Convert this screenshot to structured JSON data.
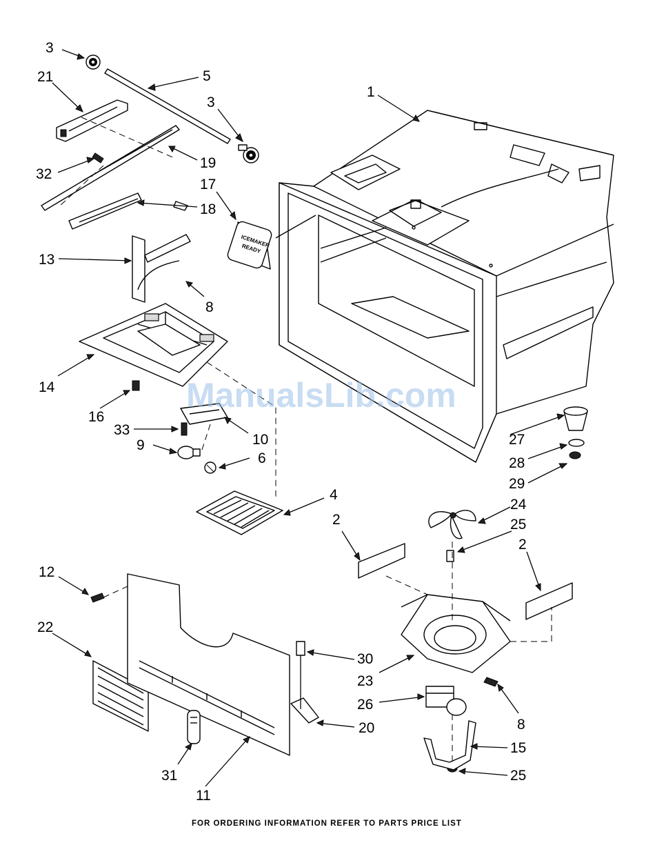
{
  "part_labels": {
    "p1": "1",
    "p2a": "2",
    "p2b": "2",
    "p3a": "3",
    "p3b": "3",
    "p4": "4",
    "p5": "5",
    "p6": "6",
    "p8a": "8",
    "p8b": "8",
    "p9": "9",
    "p10": "10",
    "p11": "11",
    "p12": "12",
    "p13": "13",
    "p14": "14",
    "p15": "15",
    "p16": "16",
    "p17": "17",
    "p18": "18",
    "p19": "19",
    "p20": "20",
    "p21": "21",
    "p22": "22",
    "p23": "23",
    "p24": "24",
    "p25a": "25",
    "p25b": "25",
    "p26": "26",
    "p27": "27",
    "p28": "28",
    "p29": "29",
    "p30": "30",
    "p31": "31",
    "p32": "32",
    "p33": "33"
  },
  "badge_text": {
    "line1": "ICEMAKER",
    "line2": "READY"
  },
  "footer": "FOR ORDERING INFORMATION REFER TO PARTS PRICE LIST",
  "watermark": "ManualsLib.com"
}
